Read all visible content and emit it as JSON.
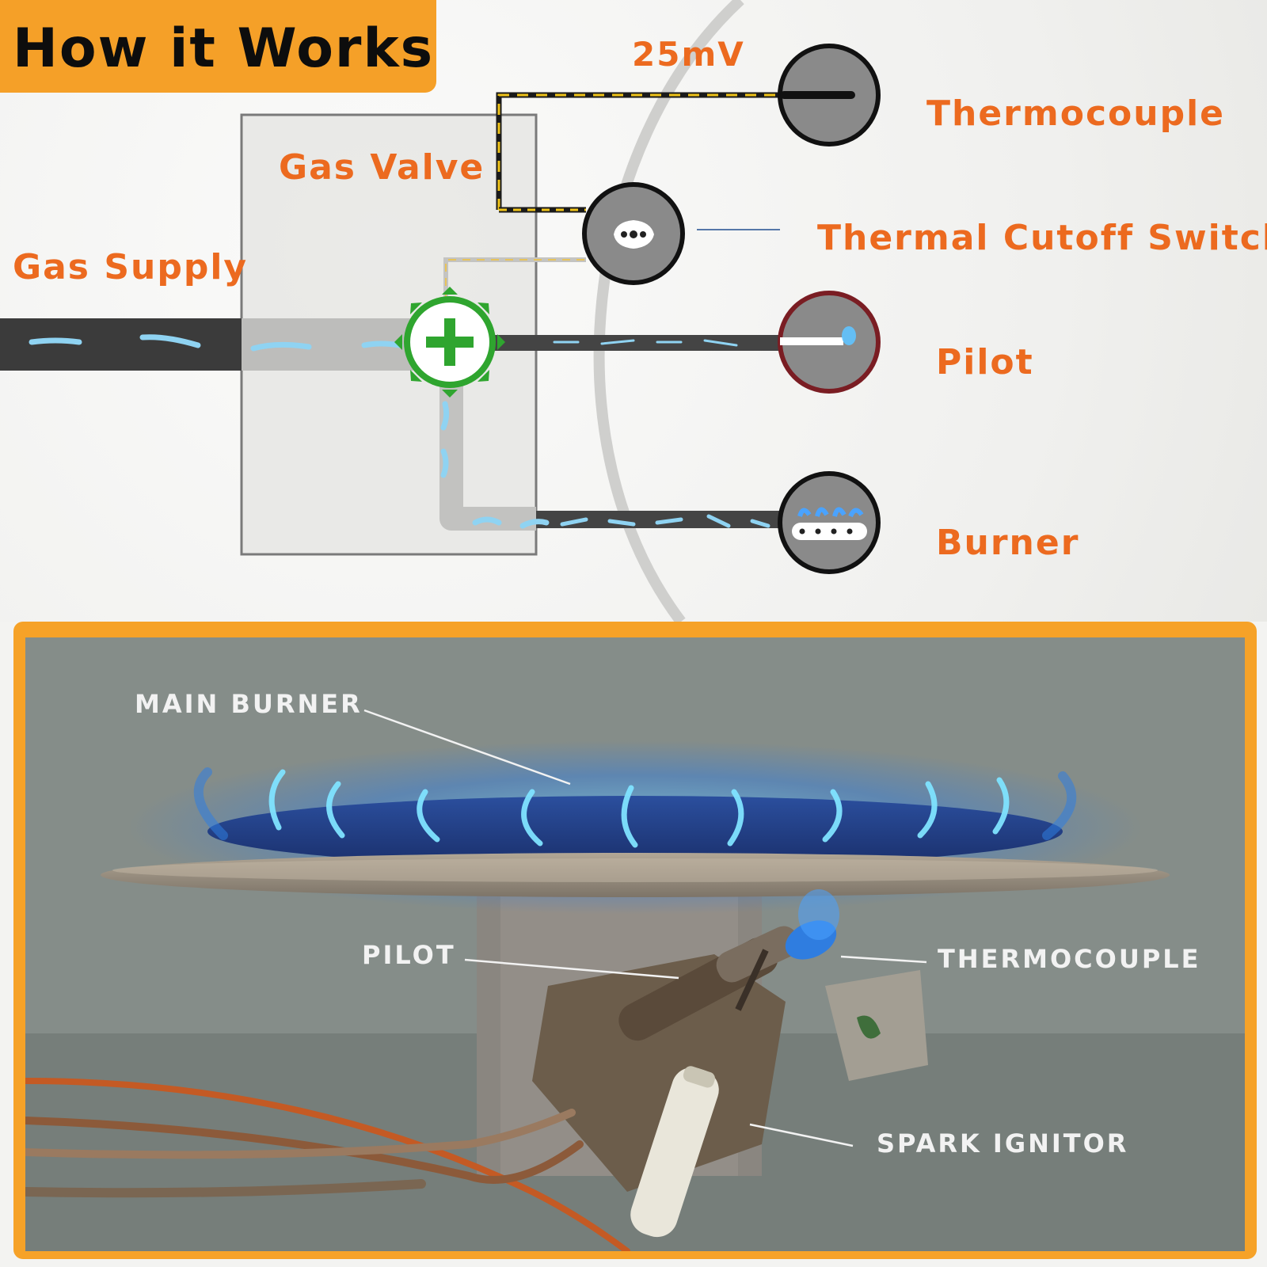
{
  "header": {
    "title": "How it Works"
  },
  "diagram": {
    "labels": {
      "voltage": "25mV",
      "thermocouple": "Thermocouple",
      "gas_valve": "Gas Valve",
      "thermal_cutoff": "Thermal Cutoff Switch",
      "gas_supply": "Gas Supply",
      "pilot": "Pilot",
      "burner": "Burner"
    },
    "colors": {
      "label_orange": "#ec6a1f",
      "badge_orange": "#f5a028",
      "pipe_dark": "#3b3b3b",
      "gas_dash": "#8fd3f2",
      "valve_green": "#2fa52f",
      "wire_yellow": "#f0c419",
      "pilot_ring": "#7a1d23"
    }
  },
  "photo": {
    "labels": {
      "main_burner": "MAIN BURNER",
      "pilot": "PILOT",
      "thermocouple": "THERMOCOUPLE",
      "spark_ignitor": "SPARK IGNITOR"
    },
    "colors": {
      "flame_blue": "#2f7de0",
      "flame_cyan": "#7fe3ff",
      "frame_orange": "#f6a228"
    }
  }
}
